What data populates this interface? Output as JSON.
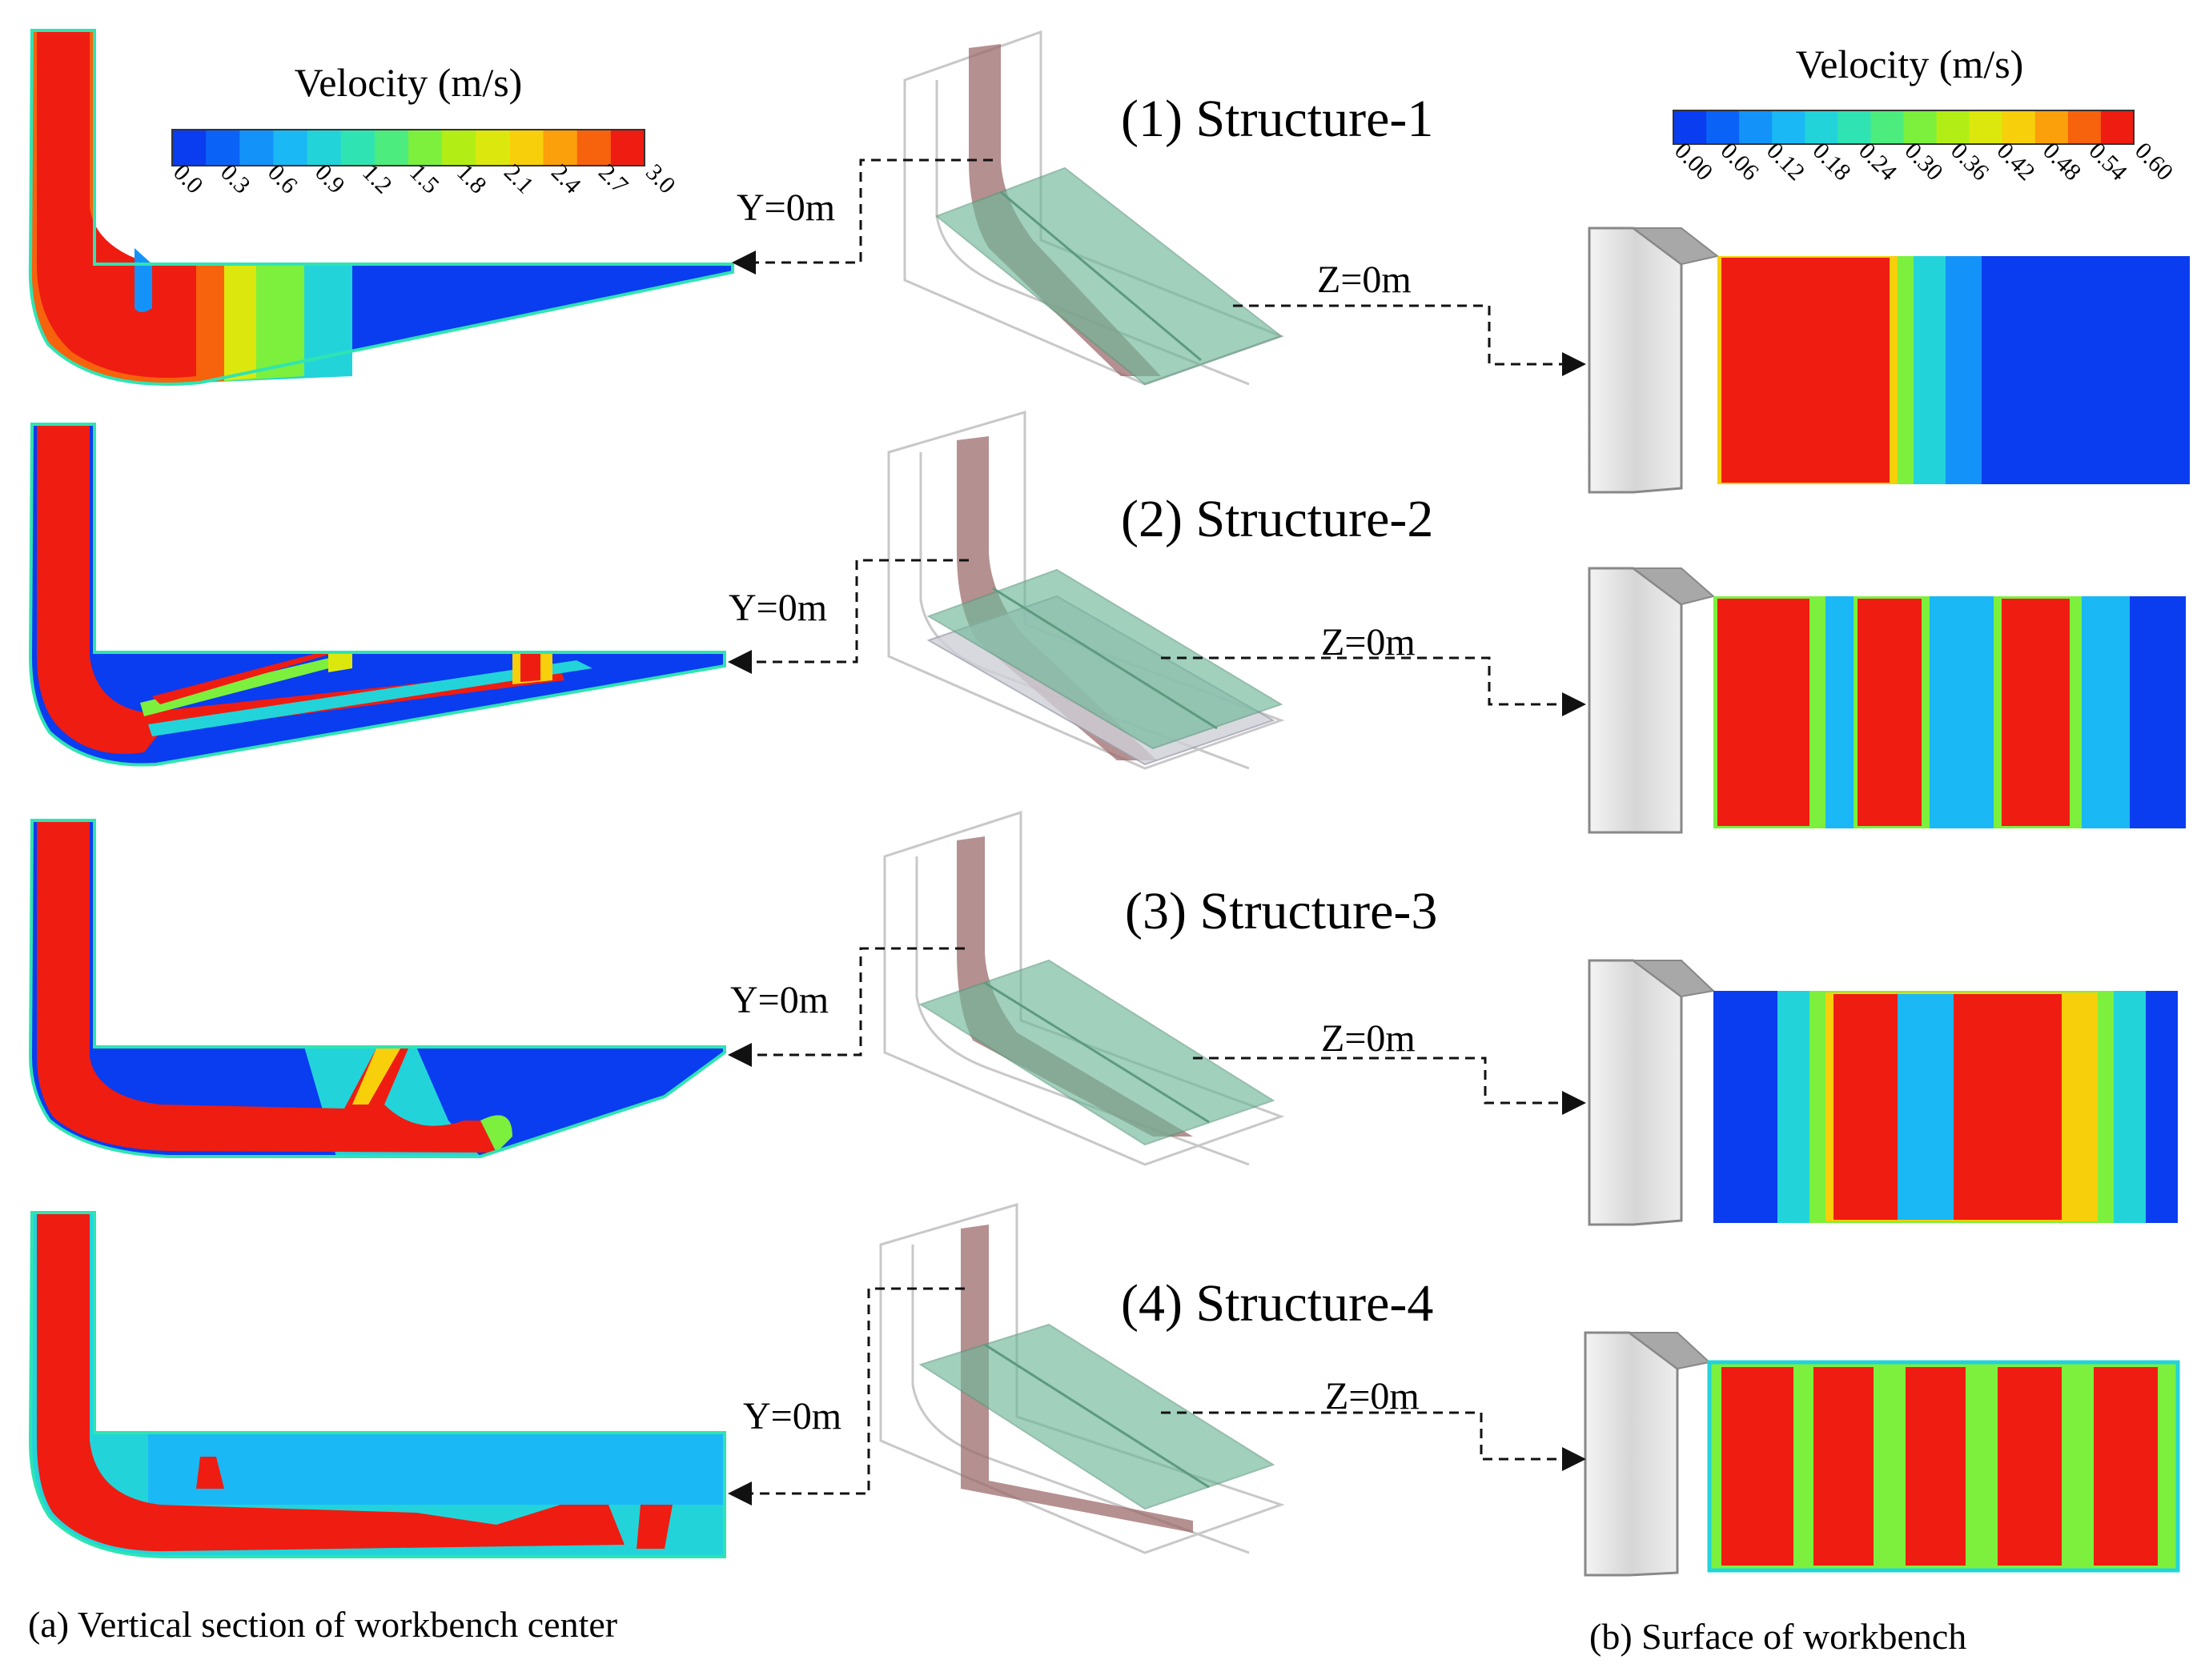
{
  "legend_left": {
    "title": "Velocity   (m/s)",
    "ticks": [
      "0.0",
      "0.3",
      "0.6",
      "0.9",
      "1.2",
      "1.5",
      "1.8",
      "2.1",
      "2.4",
      "2.7",
      "3.0"
    ]
  },
  "legend_right": {
    "title": "Velocity  (m/s)",
    "ticks": [
      "0.00",
      "0.06",
      "0.12",
      "0.18",
      "0.24",
      "0.30",
      "0.36",
      "0.42",
      "0.48",
      "0.54",
      "0.60"
    ]
  },
  "colormap": [
    "#0a3cf0",
    "#0b62f7",
    "#1393fa",
    "#1ab8f4",
    "#22d4da",
    "#2fe4b2",
    "#4cec7f",
    "#7cf03d",
    "#b2ee16",
    "#dce80d",
    "#f7cf0a",
    "#fb9f0b",
    "#f7620d",
    "#ef1c12"
  ],
  "rows": [
    {
      "label": "(1) Structure-1",
      "y_label": "Y=0m",
      "z_label": "Z=0m"
    },
    {
      "label": "(2) Structure-2",
      "y_label": "Y=0m",
      "z_label": "Z=0m"
    },
    {
      "label": "(3) Structure-3",
      "y_label": "Y=0m",
      "z_label": "Z=0m"
    },
    {
      "label": "(4) Structure-4",
      "y_label": "Y=0m",
      "z_label": "Z=0m"
    }
  ],
  "captions": {
    "a": "(a) Vertical  section  of workbench  center",
    "b": "(b)   Surface  of  workbench"
  }
}
